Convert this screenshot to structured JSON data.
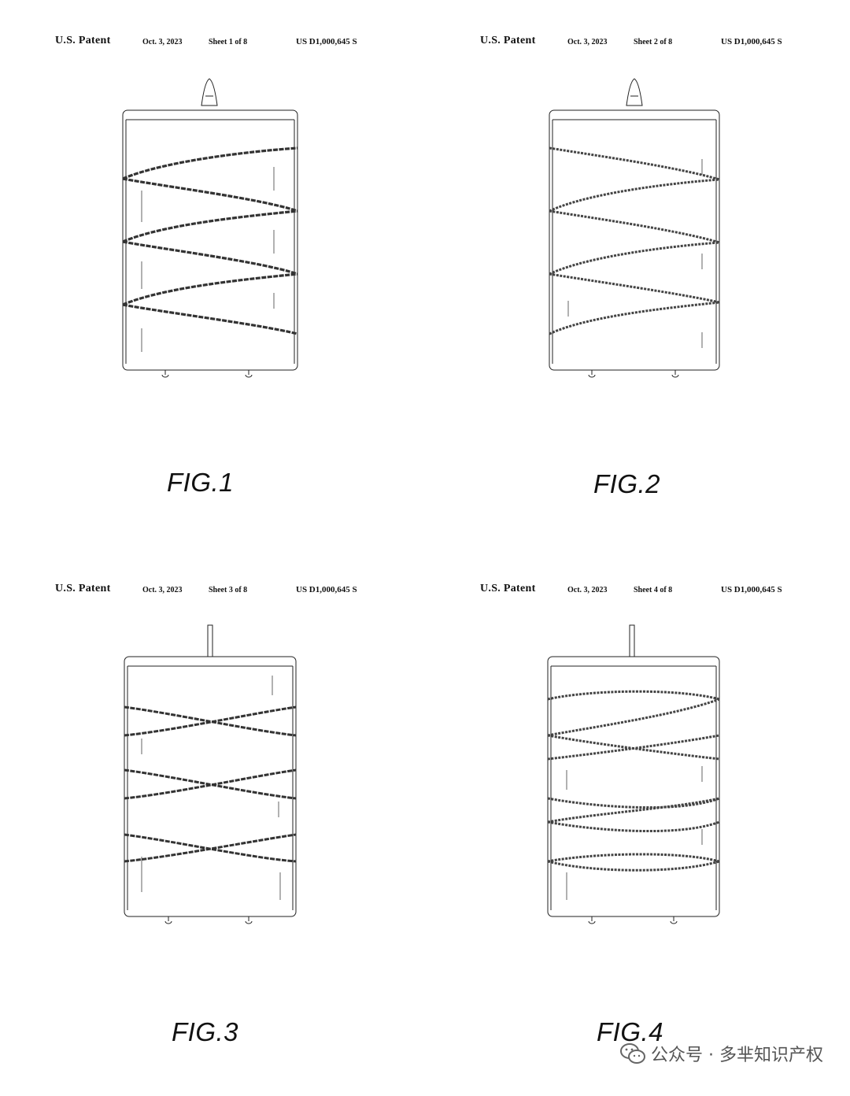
{
  "sheets": [
    {
      "patent": "U.S. Patent",
      "date": "Oct. 3, 2023",
      "sheet": "Sheet 1 of 8",
      "number": "US D1,000,645 S",
      "figure": "FIG.1"
    },
    {
      "patent": "U.S. Patent",
      "date": "Oct. 3, 2023",
      "sheet": "Sheet 2 of 8",
      "number": "US D1,000,645 S",
      "figure": "FIG.2"
    },
    {
      "patent": "U.S. Patent",
      "date": "Oct. 3, 2023",
      "sheet": "Sheet 3 of 8",
      "number": "US D1,000,645 S",
      "figure": "FIG.3"
    },
    {
      "patent": "U.S. Patent",
      "date": "Oct. 3, 2023",
      "sheet": "Sheet 4 of 8",
      "number": "US D1,000,645 S",
      "figure": "FIG.4"
    }
  ],
  "watermark": {
    "text": "公众号 · 多芈知识产权",
    "icon": "wechat-icon"
  }
}
